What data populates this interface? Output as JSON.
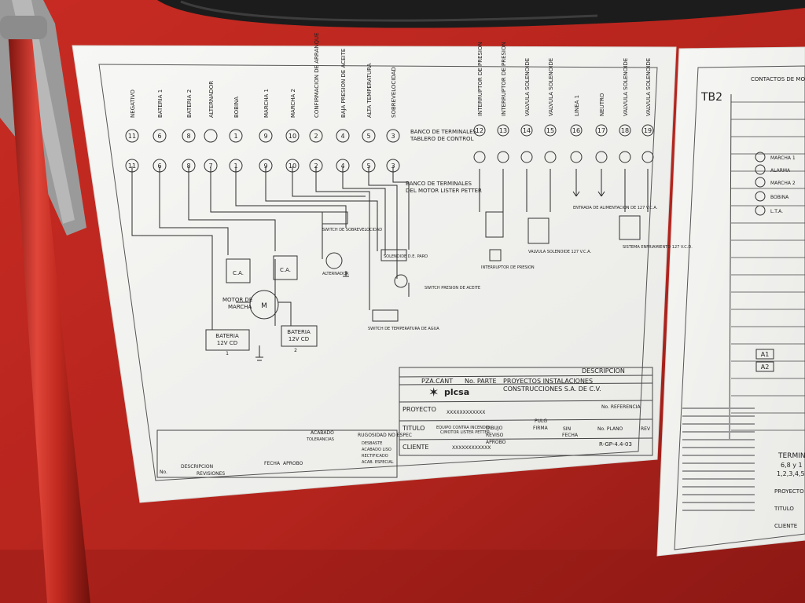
{
  "colors": {
    "panel": "#b3241d",
    "paper": "#f4f4f2",
    "ink": "#2a2a2a"
  },
  "main_sheet": {
    "motor_labels": [
      {
        "text": "NEGATIVO",
        "num": "11"
      },
      {
        "text": "BATERIA 1",
        "num": "6"
      },
      {
        "text": "BATERIA 2",
        "num": "8"
      },
      {
        "text": "ALTERNADOR",
        "num": "7"
      },
      {
        "text": "BOBINA",
        "num": "1"
      },
      {
        "text": "MARCHA 1",
        "num": "9"
      },
      {
        "text": "MARCHA 2",
        "num": "10"
      },
      {
        "text": "CONFIRMACION DE ARRANQUE",
        "num": "2"
      },
      {
        "text": "BAJA PRESION DE ACEITE",
        "num": "4"
      },
      {
        "text": "ALTA TEMPERATURA",
        "num": "5"
      },
      {
        "text": "SOBREVELOCIDAD",
        "num": "3"
      }
    ],
    "top_numbers": [
      "11",
      "6",
      "8",
      "",
      "1",
      "9",
      "10",
      "2",
      "4",
      "5",
      "3"
    ],
    "right_labels": [
      {
        "text": "INTERRUPTOR DE PRESION",
        "num": "12"
      },
      {
        "text": "INTERRUPTOR DE PRESION",
        "num": "13"
      },
      {
        "text": "VALVULA SOLENOIDE",
        "num": "14"
      },
      {
        "text": "VALVULA SOLENOIDE",
        "num": "15"
      },
      {
        "text": "LINEA 1",
        "num": "16"
      },
      {
        "text": "NEUTRO",
        "num": "17"
      },
      {
        "text": "VALVULA SOLENOIDE",
        "num": "18"
      },
      {
        "text": "VALVULA SOLENOIDE",
        "num": "19"
      }
    ],
    "bank_control": "BANCO DE TERMINALES TABLERO DE CONTROL",
    "bank_motor": "BANCO DE TERMINALES DEL MOTOR LISTER PETTER",
    "components": {
      "motor": "MOTOR DE MARCHA",
      "bat1": "BATERIA 12V CD",
      "bat1_num": "1",
      "bat2": "BATERIA 12V CD",
      "bat2_num": "2",
      "ca": "C.A.",
      "sobrevel": "SWITCH DE SOBREVELOCIDAD",
      "alternador": "ALTERNADOR",
      "solenoide_paro": "SOLENOIDE D.E. PARO",
      "presion_aceite": "SWITCH PRESION DE ACEITE",
      "temp_agua": "SWITCH DE TEMPERATURA DE AGUA",
      "int_presion": "INTERRUPTOR DE PRESION",
      "valvula": "VALVULA SOLENOIDE 127 V.C.A.",
      "entrada": "ENTRADA DE ALIMENTACION DE 127 V.C.A.",
      "sistema": "SISTEMA ENFRIAMIENTO 127 V.C.D."
    },
    "title_block": {
      "pza_cant": "PZA.CANT",
      "no_parte": "No. PARTE",
      "descripcion": "DESCRIPCION",
      "company": "PROYECTOS INSTALACIONES CONSTRUCCIONES S.A. DE C.V.",
      "logo": "plcsa",
      "proyecto": "PROYECTO",
      "proyecto_val": "XXXXXXXXXXXX",
      "titulo": "TITULO",
      "titulo_val": "EQUIPO CONTRA INCENDIO C/MOTOR LISTER PETTER",
      "cliente": "CLIENTE",
      "cliente_val": "XXXXXXXXXXXX",
      "plano": "R-GP-4.4-03",
      "pulg": "PULG",
      "sin": "SIN",
      "referencia": "No. REFERENCIA",
      "no_plano": "No. PLANO",
      "fecha": "FECHA",
      "firma": "FIRMA",
      "dibujo": "DIBUJO",
      "reviso": "REVISO",
      "aprobo": "APROBO",
      "rev": "REV",
      "acabado": "ACABADO",
      "rugosidad": "RUGOSIDAD NO ESPEC",
      "desbaste": "DESBASTE",
      "acabado_liso": "ACABADO LISO",
      "rectificado": "RECTIFICADO",
      "acab_especial": "ACAB. ESPECIAL",
      "tolerancias": "TOLERANCIAS",
      "no_col": "No.",
      "desc_col": "DESCRIPCION",
      "revisiones": "REVISIONES",
      "fecha_col": "FECHA",
      "aprobo_col": "APROBO"
    }
  },
  "second_sheet": {
    "tb2": "TB2",
    "contactos": "CONTACTOS DE MON",
    "relays": [
      "MARCHA 1",
      "ALARMA",
      "MARCHA 2",
      "BOBINA",
      "L.T.A."
    ],
    "alarms": [
      "A1",
      "A2"
    ],
    "termina": "TERMINA",
    "termina_nums": "6,8 y 1",
    "termina_nums2": "1,2,3,4,5",
    "proyecto": "PROYECTO",
    "titulo": "TITULO",
    "cliente": "CLIENTE"
  }
}
